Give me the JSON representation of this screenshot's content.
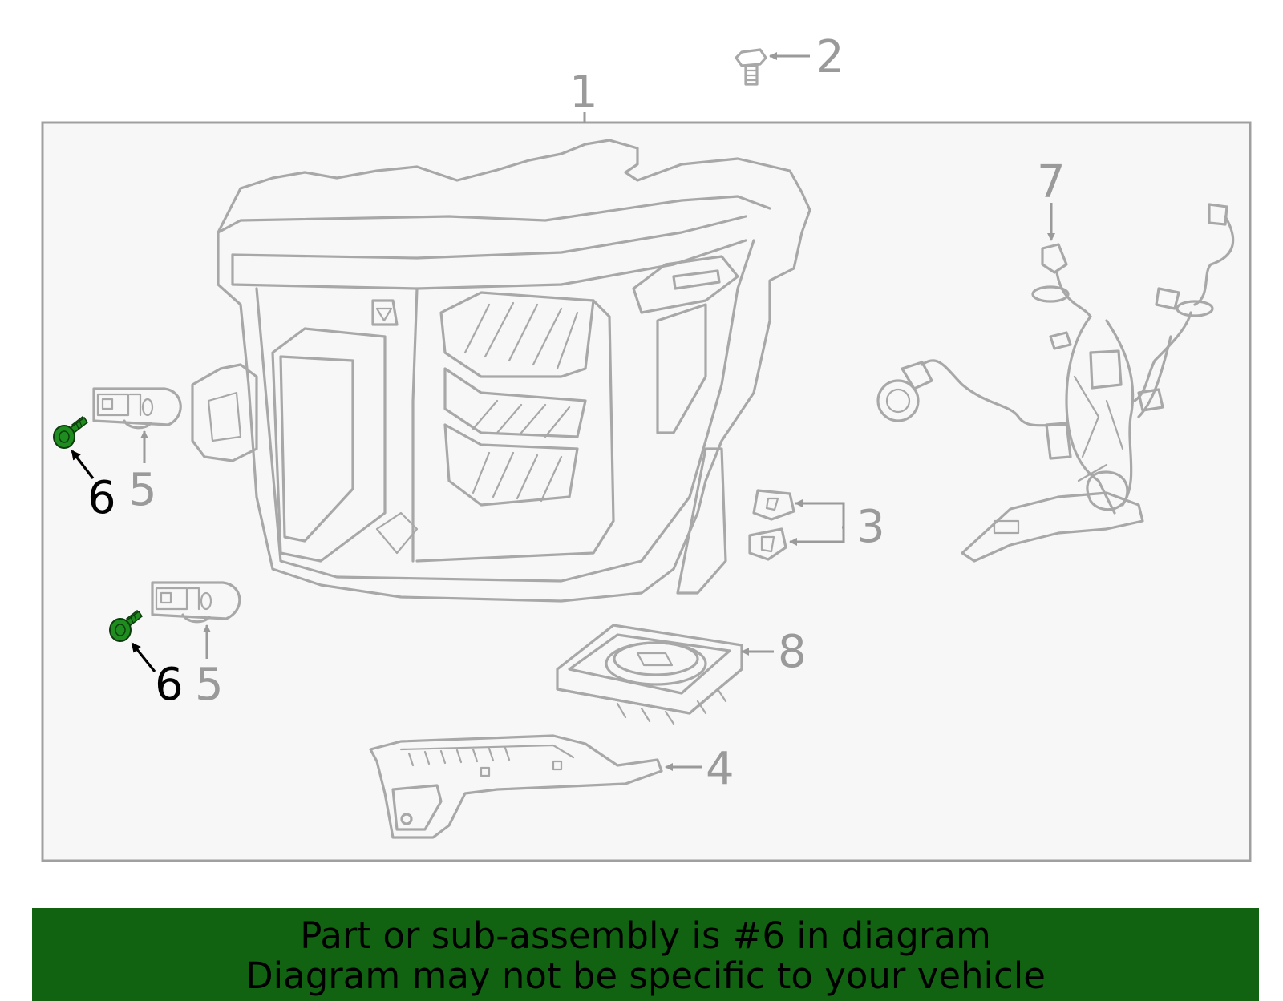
{
  "callouts": {
    "c1": "1",
    "c2": "2",
    "c3": "3",
    "c4": "4",
    "c5a": "5",
    "c5b": "5",
    "c6a": "6",
    "c6b": "6",
    "c7": "7",
    "c8": "8"
  },
  "banner": {
    "line1": "Part or sub-assembly is #6 in diagram",
    "line2": "Diagram may not be specific to your vehicle"
  },
  "colors": {
    "highlight_part": "#1e8c1e",
    "banner_background": "#116311",
    "frame_background": "#f7f7f7",
    "line_art": "#a8a8a8"
  },
  "highlighted_callout": "6"
}
